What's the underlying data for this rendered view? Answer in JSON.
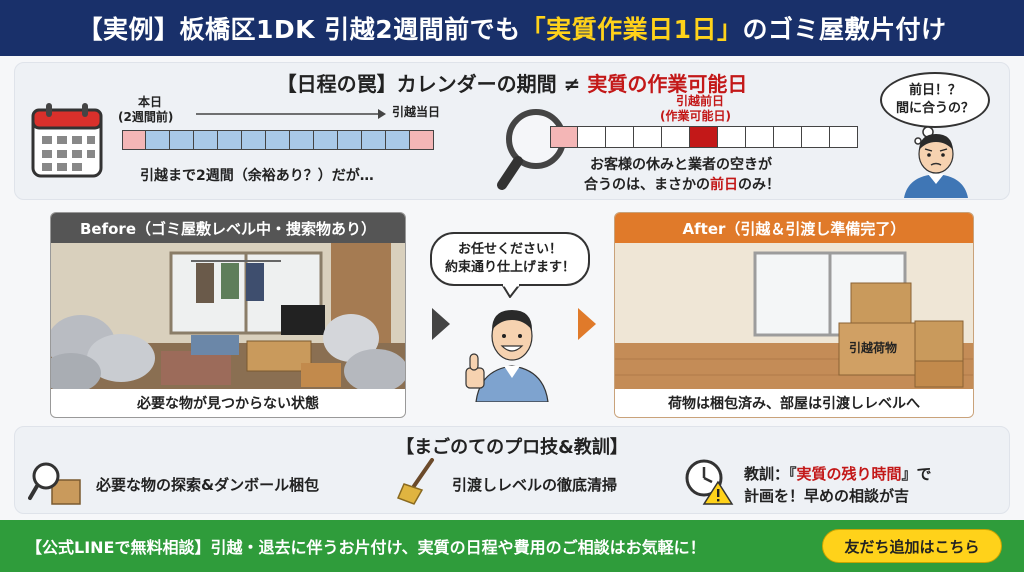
{
  "header": {
    "title_prefix": "【実例】板橋区1DK 引越2週間前でも",
    "title_highlight": "「実質作業日1日」",
    "title_suffix": "のゴミ屋敷片付け"
  },
  "trap": {
    "title_main": "【日程の罠】カレンダーの期間 ≠ ",
    "title_red": "実質の作業可能日",
    "today_label": "本日",
    "today_sub": "(2週間前)",
    "moving_day_label": "引越当日",
    "left_caption": "引越まで2週間（余裕あり？）だが…",
    "day_before_label": "引越前日",
    "day_before_sub": "(作業可能日)",
    "right_caption_line1": "お客様の休みと業者の空きが",
    "right_caption_line2_prefix": "合うのは、まさかの",
    "right_caption_line2_red": "前日",
    "right_caption_line2_suffix": "のみ！",
    "thought_line1": "前日！？",
    "thought_line2": "間に合うの？"
  },
  "before": {
    "header": "Before（ゴミ屋敷レベル中・捜索物あり）",
    "caption": "必要な物が見つからない状態"
  },
  "middle": {
    "speech_line1": "お任せください！",
    "speech_line2": "約束通り仕上げます！"
  },
  "after": {
    "header": "After（引越＆引渡し準備完了）",
    "box_label": "引越荷物",
    "caption": "荷物は梱包済み、部屋は引渡しレベルへ"
  },
  "tips": {
    "title": "【まごのてのプロ技&教訓】",
    "tip1": "必要な物の探索&ダンボール梱包",
    "tip2": "引渡しレベルの徹底清掃",
    "tip3_prefix": "教訓：『",
    "tip3_red": "実質の残り時間",
    "tip3_suffix": "』で",
    "tip3_line2": "計画を！早めの相談が吉"
  },
  "footer": {
    "text": "【公式LINEで無料相談】引越・退去に伴うお片付け、実質の日程や費用のご相談はお気軽に！",
    "cta": "友だち追加はこちら"
  },
  "colors": {
    "header_bg": "#19306a",
    "highlight_yellow": "#ffd21a",
    "accent_red": "#c31818",
    "before_gray": "#555555",
    "after_orange": "#e07a2a",
    "footer_green": "#2f9c3b",
    "cal_blue": "#a9c9e8",
    "cal_pink": "#f4b6b6"
  }
}
